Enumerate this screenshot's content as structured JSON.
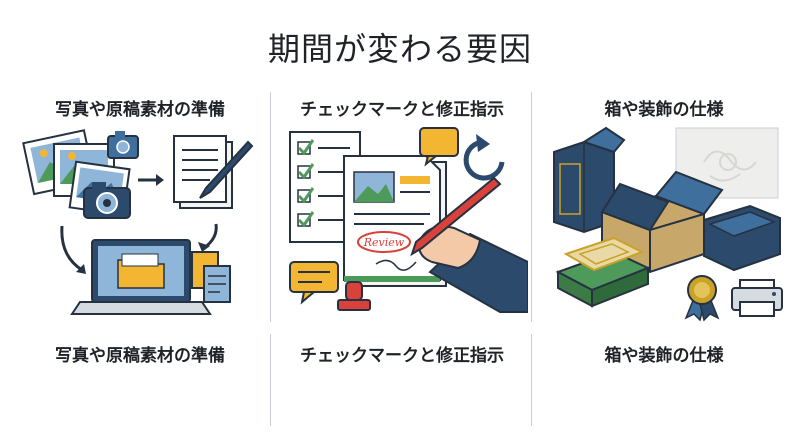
{
  "title": "期間が変わる要因",
  "columns": [
    {
      "heading": "写真や原稿素材の準備",
      "caption": "写真や原稿素材の準備"
    },
    {
      "heading": "チェックマークと修正指示",
      "caption": "チェックマークと修正指示",
      "stamp_text": "Review"
    },
    {
      "heading": "箱や装飾の仕様",
      "caption": "箱や装飾の仕様"
    }
  ],
  "colors": {
    "navy": "#2c4a6b",
    "blue": "#3f6f9c",
    "light_blue": "#8fb6d8",
    "yellow": "#f2b632",
    "green": "#4e9a5a",
    "red": "#d9423a",
    "gold": "#c9a227",
    "paper": "#f4f4f2",
    "outline": "#263241"
  }
}
